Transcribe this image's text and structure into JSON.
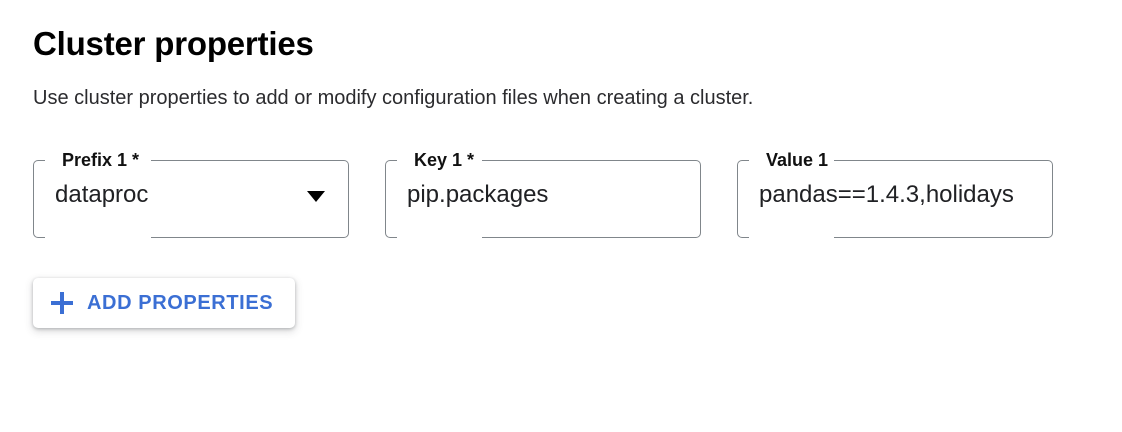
{
  "section": {
    "title": "Cluster properties",
    "description": "Use cluster properties to add or modify configuration files when creating a cluster."
  },
  "fields": [
    {
      "label": "Prefix 1 *",
      "value": "dataproc",
      "type": "select",
      "required": true,
      "caret": "chevron-down-icon"
    },
    {
      "label": "Key 1 *",
      "value": "pip.packages",
      "type": "text",
      "required": true
    },
    {
      "label": "Value 1",
      "value": "pandas==1.4.3,holidays",
      "type": "text",
      "required": false
    }
  ],
  "actions": {
    "add_properties_label": "ADD PROPERTIES",
    "add_properties_icon": "plus-icon"
  },
  "colors": {
    "accent": "#3b6fd4",
    "outline": "#80868b",
    "text": "#202124",
    "background": "#ffffff"
  }
}
